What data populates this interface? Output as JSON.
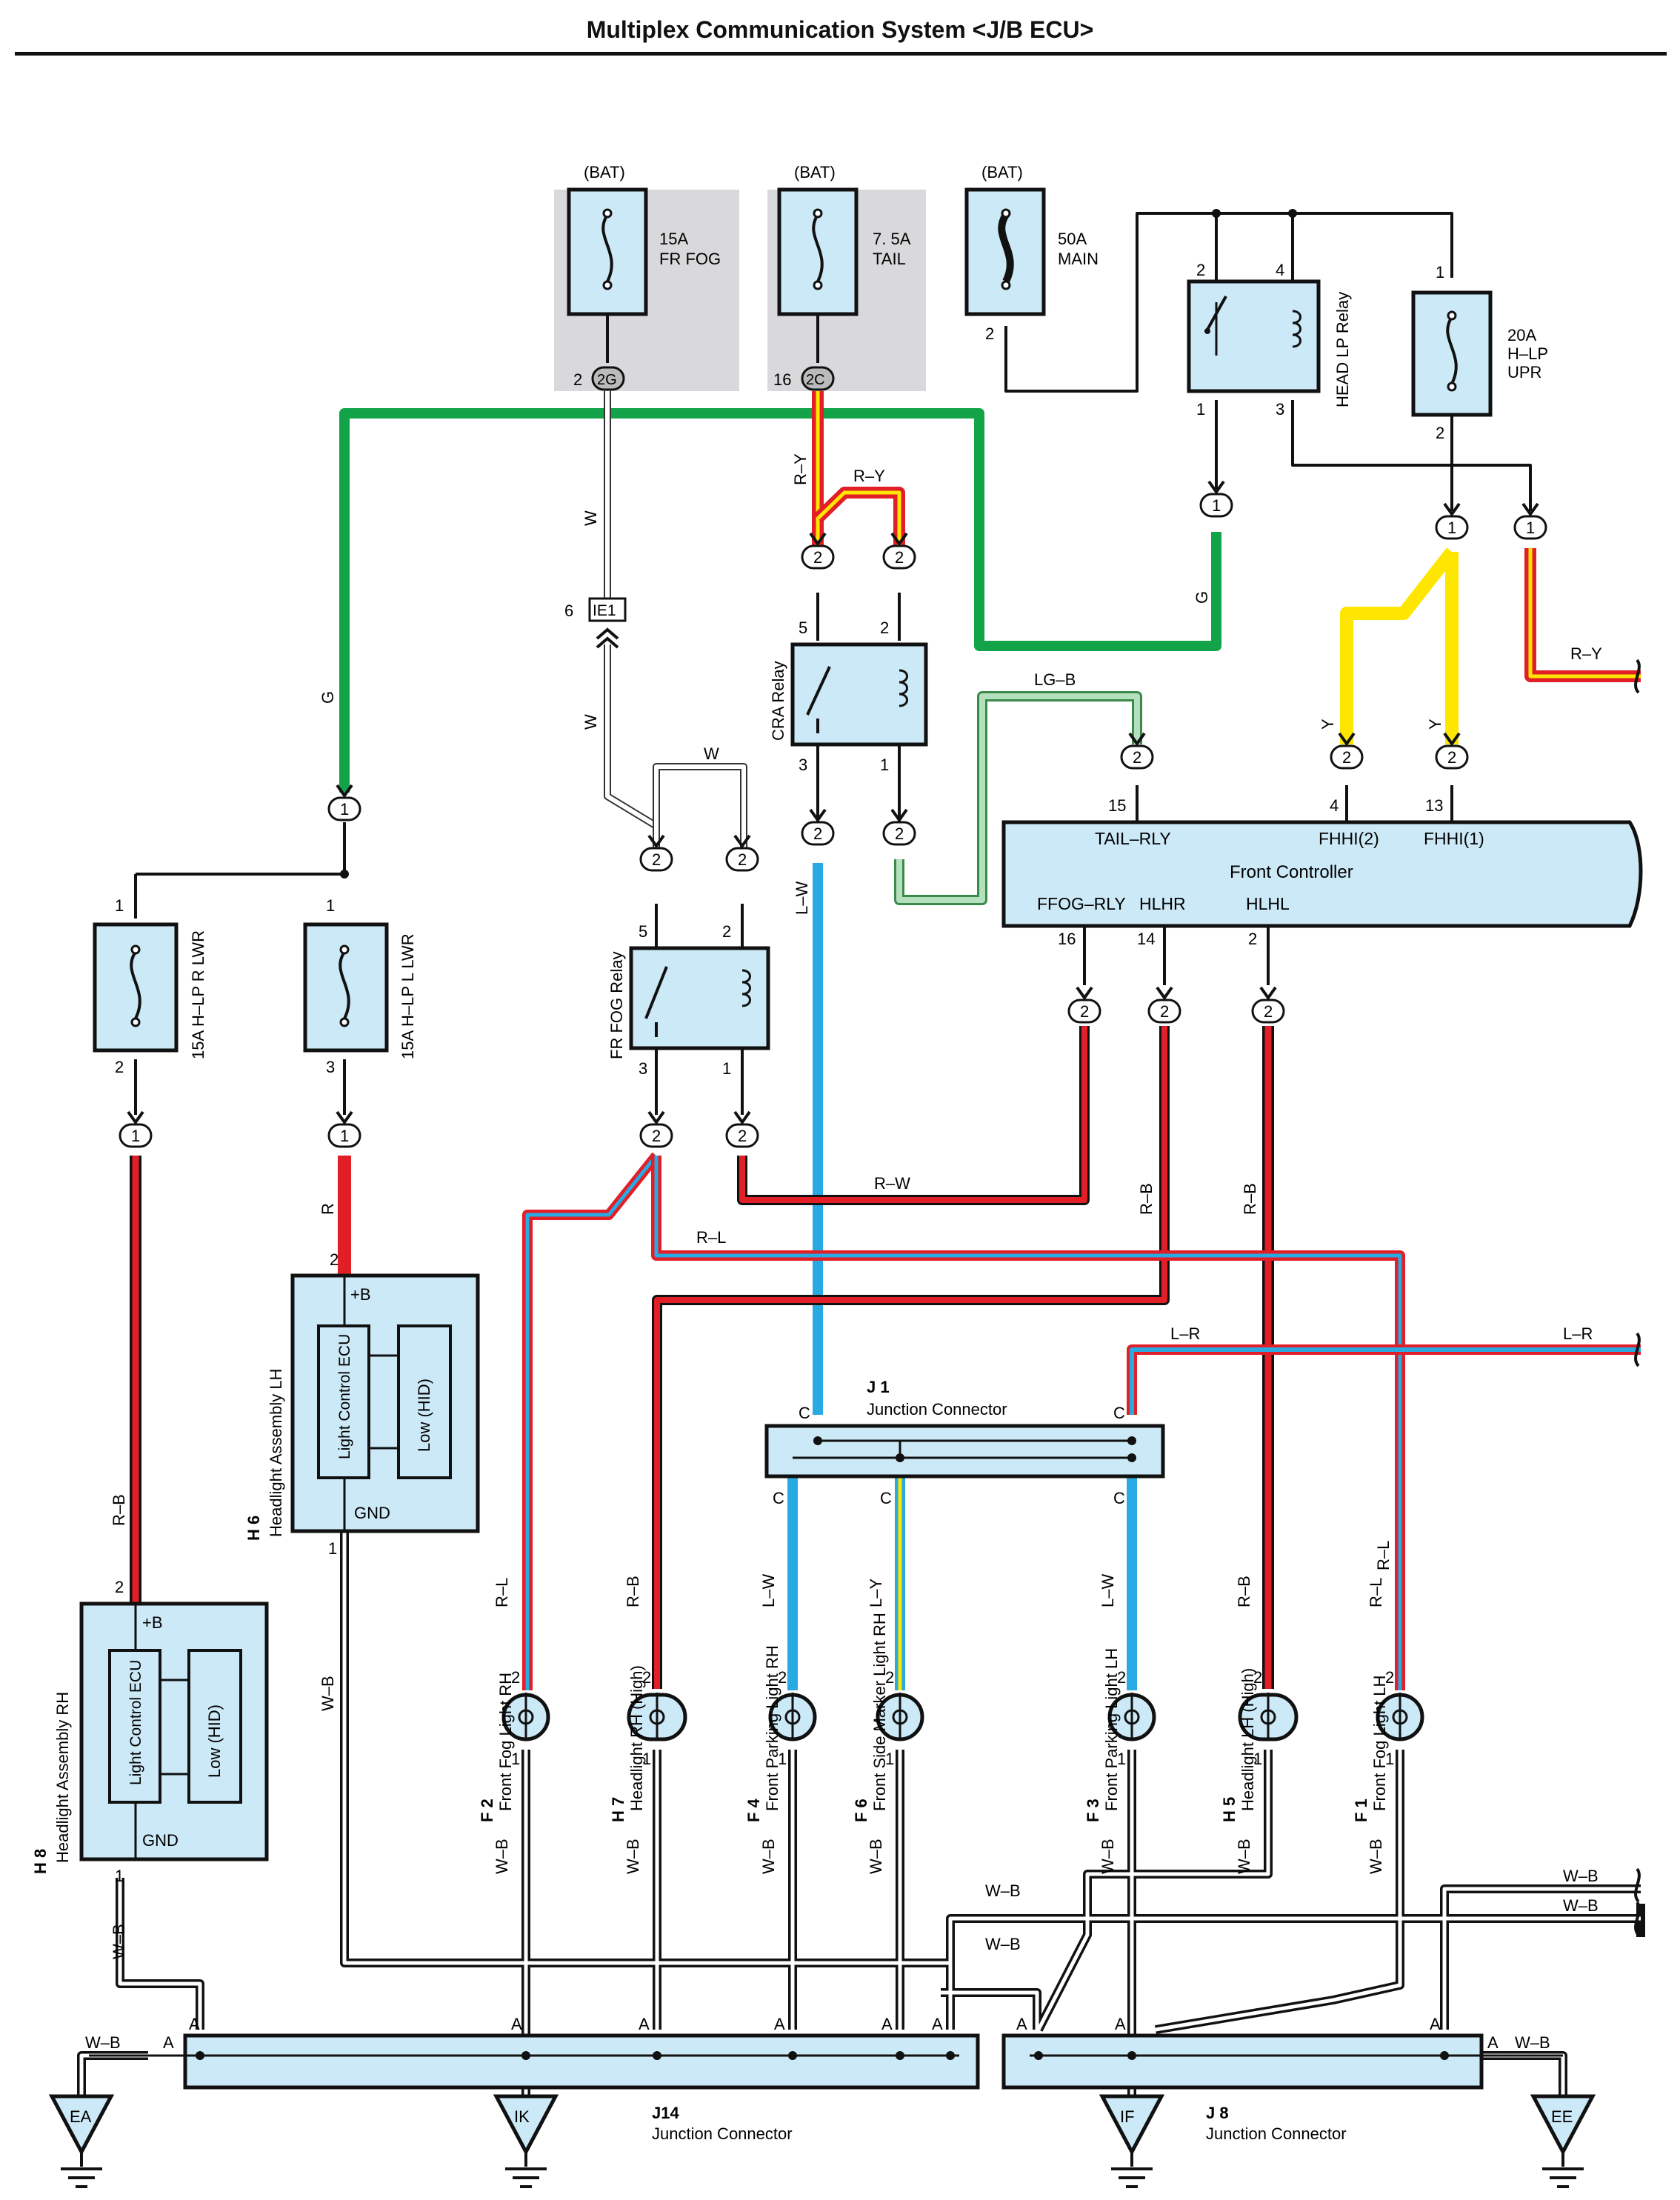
{
  "title": "Multiplex Communication System <J/B ECU>",
  "colors": {
    "ground_wire": "#1a1a1a",
    "green": "#13a44a",
    "red": "#e21e26",
    "blue": "#29aae2",
    "yellow": "#ffe600",
    "light_green": "#7fc88e",
    "component_fill": "#cce9f7",
    "fuse_box_shade": "#d9d9db"
  },
  "fuses": [
    {
      "id": "fr-fog",
      "source": "(BAT)",
      "amp": "15A",
      "name": "FR FOG",
      "connector": "2G",
      "pin": "2"
    },
    {
      "id": "tail",
      "source": "(BAT)",
      "amp": "7. 5A",
      "name": "TAIL",
      "connector": "2C",
      "pin": "16"
    },
    {
      "id": "main",
      "source": "(BAT)",
      "amp": "50A",
      "name": "MAIN",
      "pin": "2"
    },
    {
      "id": "h-lp-upr",
      "amp": "20A",
      "name": "H–LP",
      "name2": "UPR",
      "pin_top": "1",
      "pin_bottom": "2"
    },
    {
      "id": "h-lp-r-lwr",
      "label": "15A H–LP R LWR",
      "pin_top": "1",
      "pin_bottom": "2"
    },
    {
      "id": "h-lp-l-lwr",
      "label": "15A H–LP L LWR",
      "pin_top": "1",
      "pin_bottom": "3"
    }
  ],
  "relays": [
    {
      "id": "head-lp",
      "label": "HEAD LP Relay",
      "pins": [
        "2",
        "4",
        "1",
        "3"
      ]
    },
    {
      "id": "cra",
      "label": "CRA Relay",
      "pins": [
        "5",
        "2",
        "3",
        "1"
      ]
    },
    {
      "id": "fr-fog",
      "label": "FR FOG Relay",
      "pins": [
        "5",
        "2",
        "3",
        "1"
      ]
    }
  ],
  "front_controller": {
    "name": "Front Controller",
    "tail_rly": "TAIL–RLY",
    "tail_pin": "15",
    "fhhi2": "FHHI(2)",
    "fhhi2_pin": "4",
    "fhhi1": "FHHI(1)",
    "fhhi1_pin": "13",
    "ffog_rly": "FFOG–RLY",
    "ffog_pin": "16",
    "hlhr": "HLHR",
    "hlhr_pin": "14",
    "hlhl": "HLHL",
    "hlhl_pin": "2"
  },
  "headlight_assemblies": [
    {
      "id": "h6",
      "code": "H 6",
      "name": "Headlight Assembly LH",
      "plus": "+B",
      "gnd": "GND",
      "ecu": "Light Control ECU",
      "low": "Low (HID)",
      "pin_top": "2",
      "pin_bottom": "1"
    },
    {
      "id": "h8",
      "code": "H 8",
      "name": "Headlight Assembly RH",
      "plus": "+B",
      "gnd": "GND",
      "ecu": "Light Control ECU",
      "low": "Low (HID)",
      "pin_top": "2",
      "pin_bottom": "1"
    }
  ],
  "lamps": [
    {
      "code": "F 2",
      "name": "Front Fog Light RH",
      "upper": "R–L",
      "lower": "W–B"
    },
    {
      "code": "H 7",
      "name": "Headlight RH (High)",
      "upper": "R–B",
      "lower": "W–B"
    },
    {
      "code": "F 4",
      "name": "Front Parking Light RH",
      "upper": "L–W",
      "lower": "W–B"
    },
    {
      "code": "F 6",
      "name": "Front Side Marker Light RH",
      "upper": "L–Y",
      "lower": "W–B"
    },
    {
      "code": "F 3",
      "name": "Front Parking Light LH",
      "upper": "L–W",
      "lower": "W–B"
    },
    {
      "code": "H 5",
      "name": "Headlight LH (High)",
      "upper": "R–B",
      "lower": "W–B"
    },
    {
      "code": "F 1",
      "name": "Front Fog Light LH",
      "upper": "R–L",
      "lower": "W–B"
    }
  ],
  "junctions": {
    "j1_code": "J 1",
    "j1_name": "Junction Connector",
    "j14_code": "J14",
    "j14_name": "Junction Connector",
    "j8_code": "J 8",
    "j8_name": "Junction Connector"
  },
  "grounds": [
    "EA",
    "IK",
    "IF",
    "EE"
  ],
  "connector_ie1": "IE1",
  "wire_labels": {
    "g": "G",
    "w": "W",
    "ry": "R–Y",
    "y": "Y",
    "lgb": "LG–B",
    "lw": "L–W",
    "r": "R",
    "rb": "R–B",
    "rw": "R–W",
    "rl": "R–L",
    "lr": "L–R",
    "wb": "W–B",
    "ly": "L–Y"
  },
  "pins": {
    "p1": "1",
    "p2": "2",
    "p3": "3",
    "p4": "4",
    "p5": "5",
    "p6": "6",
    "p13": "13",
    "p14": "14",
    "p15": "15",
    "p16": "16",
    "a": "A",
    "c": "C"
  }
}
